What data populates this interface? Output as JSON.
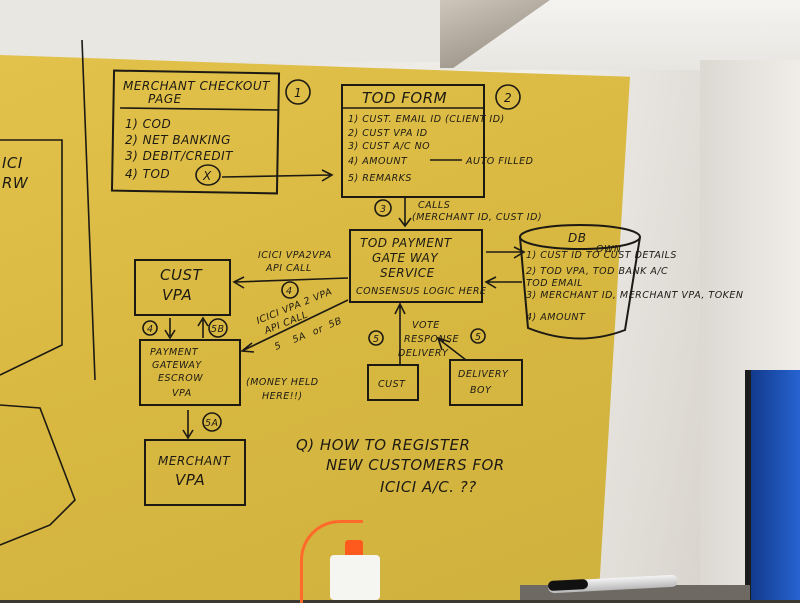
{
  "whiteboard": {
    "box1": {
      "title_line1": "MERCHANT CHECKOUT",
      "title_line2": "PAGE",
      "step_number": "1",
      "items": [
        "1) COD",
        "2) NET BANKING",
        "3) DEBIT/CREDIT",
        "4) TOD"
      ]
    },
    "box2": {
      "title": "TOD FORM",
      "step_number": "2",
      "items": [
        "1) CUST. EMAIL ID (CLIENT ID)",
        "2) CUST VPA ID",
        "3) CUST A/C NO",
        "4) AMOUNT",
        "5) REMARKS"
      ],
      "amount_note": "AUTO FILLED"
    },
    "calls_step": "3",
    "calls_label_line1": "CALLS",
    "calls_label_line2": "(MERCHANT ID, CUST ID)",
    "service": {
      "line1": "TOD PAYMENT",
      "line2": "GATE WAY",
      "line3": "SERVICE",
      "consensus": "CONSENSUS LOGIC HERE"
    },
    "db": {
      "title": "DB",
      "items": [
        "1) CUST ID TO CUST DETAILS",
        "2) TOD VPA, TOD BANK A/C",
        "3) MERCHANT ID, MERCHANT VPA, TOKEN",
        "4) AMOUNT"
      ],
      "note_own": "OWN",
      "note_email": "TOD EMAIL"
    },
    "icici_call": {
      "line1": "ICICI VPA2VPA",
      "line2": "API CALL",
      "step": "4"
    },
    "cust_vpa": {
      "line1": "CUST",
      "line2": "VPA"
    },
    "arrow_labels": {
      "left_down": "4",
      "right_up": "5B"
    },
    "escrow": {
      "line1": "PAYMENT",
      "line2": "GATEWAY",
      "line3": "ESCROW",
      "line4": "VPA",
      "note_line1": "(MONEY HELD",
      "note_line2": "HERE!!)"
    },
    "vpa2vpa": {
      "line1": "ICICI VPA 2 VPA",
      "line2": "API CALL",
      "steps": [
        "5",
        "5A",
        "or",
        "5B"
      ]
    },
    "merchant_vpa": {
      "line1": "MERCHANT",
      "line2": "VPA",
      "step": "5A"
    },
    "vote": {
      "line1": "VOTE",
      "line2": "RESPONSE",
      "line3": "DELIVERY",
      "circle_left": "5",
      "circle_right": "5"
    },
    "cust": "CUST",
    "delivery_boy": {
      "line1": "DELIVERY",
      "line2": "BOY"
    },
    "question": {
      "line1": "Q) HOW TO REGISTER",
      "line2": "NEW CUSTOMERS FOR",
      "line3": "ICICI A/C. ??"
    },
    "left_edge": {
      "line1": "ICI",
      "line2": "RW"
    }
  },
  "colors": {
    "paper": "#d9b941",
    "ink": "#1d1a14",
    "cable": "#ff6a2a"
  }
}
